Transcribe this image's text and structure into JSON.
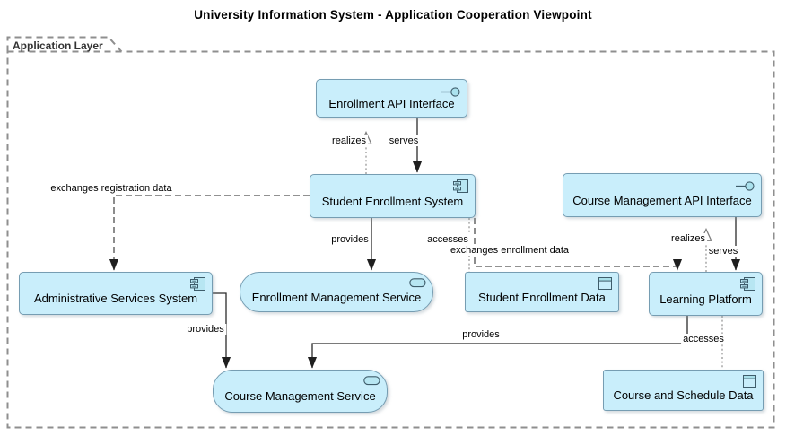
{
  "title": "University Information System - Application Cooperation Viewpoint",
  "container": {
    "label": "Application Layer"
  },
  "colors": {
    "node_fill": "#c9eefb",
    "node_border": "#769db2",
    "icon_fill": "#b7e6f2",
    "icon_stroke": "#3f5d6b",
    "solid_line": "#2b2b2b",
    "flow_line": "#4f4f4f",
    "dotted_line": "#8f8f8f",
    "group_border": "#8f8f8f",
    "background": "#ffffff",
    "text": "#000000"
  },
  "nodes": [
    {
      "id": "enrollment-api-interface",
      "label": "Enrollment API Interface",
      "kind": "application-interface"
    },
    {
      "id": "student-enrollment-system",
      "label": "Student Enrollment System",
      "kind": "application-component"
    },
    {
      "id": "course-management-api-interface",
      "label": "Course Management API Interface",
      "kind": "application-interface"
    },
    {
      "id": "administrative-services-system",
      "label": "Administrative Services System",
      "kind": "application-component"
    },
    {
      "id": "enrollment-management-service",
      "label": "Enrollment Management Service",
      "kind": "application-service"
    },
    {
      "id": "student-enrollment-data",
      "label": "Student Enrollment Data",
      "kind": "data-object"
    },
    {
      "id": "learning-platform",
      "label": "Learning Platform",
      "kind": "application-component"
    },
    {
      "id": "course-management-service",
      "label": "Course Management Service",
      "kind": "application-service"
    },
    {
      "id": "course-and-schedule-data",
      "label": "Course and Schedule Data",
      "kind": "data-object"
    }
  ],
  "edges": [
    {
      "id": "realizes-enrollment-api",
      "from": "student-enrollment-system",
      "to": "enrollment-api-interface",
      "label": "realizes",
      "rel": "realization"
    },
    {
      "id": "serves-student-enrollment-system",
      "from": "enrollment-api-interface",
      "to": "student-enrollment-system",
      "label": "serves",
      "rel": "serving"
    },
    {
      "id": "provides-enrollment-management-service",
      "from": "student-enrollment-system",
      "to": "enrollment-management-service",
      "label": "provides",
      "rel": "serving"
    },
    {
      "id": "accesses-student-enrollment-data",
      "from": "student-enrollment-system",
      "to": "student-enrollment-data",
      "label": "accesses",
      "rel": "access"
    },
    {
      "id": "exchanges-enrollment-data",
      "from": "student-enrollment-system",
      "to": "learning-platform",
      "label": "exchanges enrollment data",
      "rel": "flow"
    },
    {
      "id": "exchanges-registration-data",
      "from": "student-enrollment-system",
      "to": "administrative-services-system",
      "label": "exchanges registration data",
      "rel": "flow"
    },
    {
      "id": "provides-course-management-service-admin",
      "from": "administrative-services-system",
      "to": "course-management-service",
      "label": "provides",
      "rel": "serving"
    },
    {
      "id": "provides-course-management-service-learning",
      "from": "learning-platform",
      "to": "course-management-service",
      "label": "provides",
      "rel": "serving"
    },
    {
      "id": "accesses-course-and-schedule-data",
      "from": "learning-platform",
      "to": "course-and-schedule-data",
      "label": "accesses",
      "rel": "access"
    },
    {
      "id": "realizes-course-management-api",
      "from": "learning-platform",
      "to": "course-management-api-interface",
      "label": "realizes",
      "rel": "realization"
    },
    {
      "id": "serves-learning-platform",
      "from": "course-management-api-interface",
      "to": "learning-platform",
      "label": "serves",
      "rel": "serving"
    }
  ]
}
